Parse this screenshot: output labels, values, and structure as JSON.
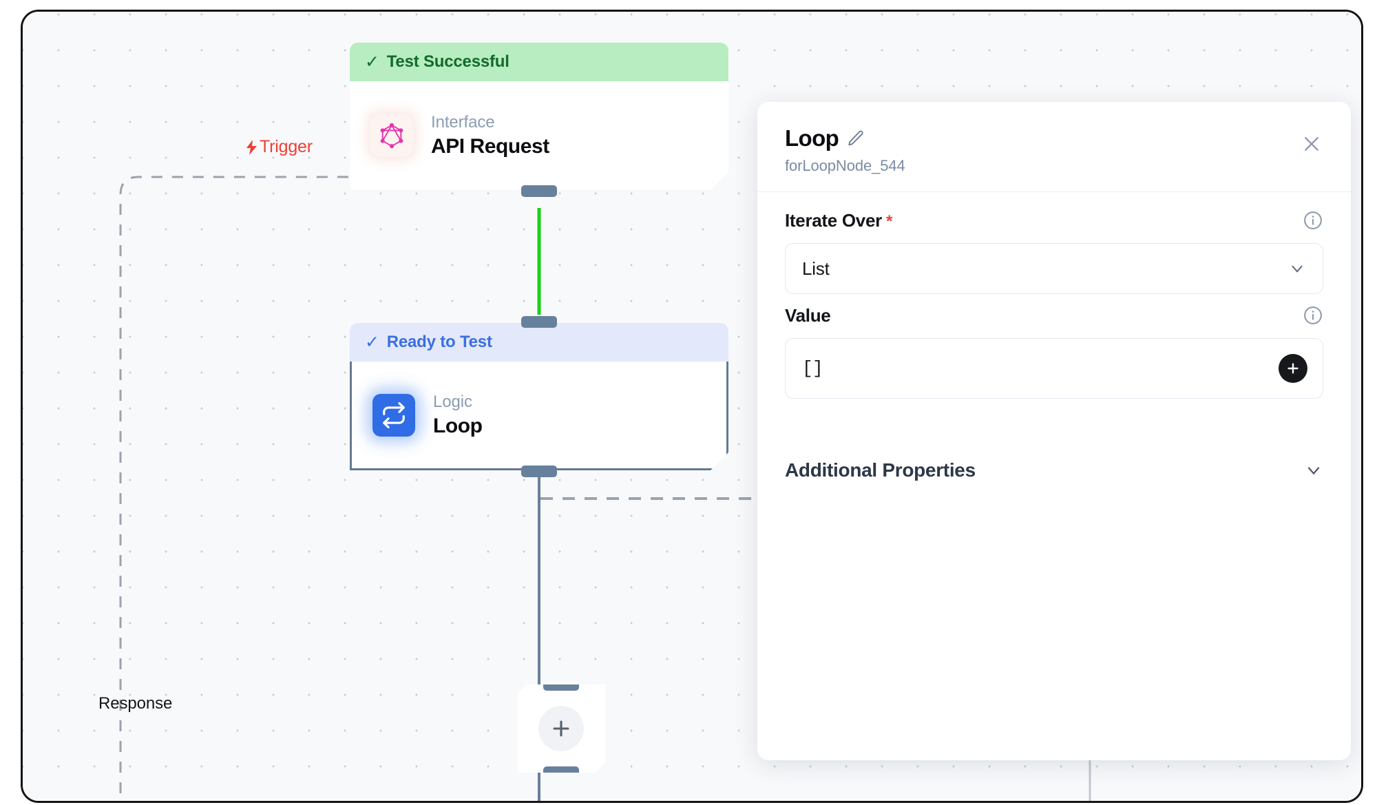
{
  "canvas": {
    "trigger_label": "Trigger",
    "trigger_icon": "lightning-bolt-icon",
    "response_label": "Response",
    "add_node_icon": "plus-icon"
  },
  "nodes": [
    {
      "status": "Test Successful",
      "status_type": "success",
      "kind": "Interface",
      "title": "API Request",
      "icon": "graphql-icon",
      "check_icon": "check-icon"
    },
    {
      "status": "Ready to Test",
      "status_type": "ready",
      "kind": "Logic",
      "title": "Loop",
      "icon": "loop-icon",
      "check_icon": "check-icon"
    }
  ],
  "panel": {
    "title": "Loop",
    "edit_icon": "pencil-icon",
    "close_icon": "close-icon",
    "subtitle": "forLoopNode_544",
    "fields": [
      {
        "label": "Iterate Over",
        "required": "*",
        "info_icon": "info-icon",
        "control": "select",
        "value": "List",
        "caret_icon": "chevron-down-icon"
      },
      {
        "label": "Value",
        "required": "",
        "info_icon": "info-icon",
        "control": "value",
        "value": "[]",
        "add_icon": "plus-icon"
      }
    ],
    "additional_properties": {
      "label": "Additional Properties",
      "caret_icon": "chevron-down-icon"
    }
  },
  "colors": {
    "success_bg": "#b7edc1",
    "success_text": "#136b2b",
    "ready_bg": "#e3e9fb",
    "ready_text": "#3b6fe0",
    "trigger_red": "#ef3e36",
    "edge_green": "#19d119",
    "handle_slate": "#67809c",
    "loop_blue": "#2f6ce5",
    "graphql_pink": "#e535ab",
    "required_red": "#e8453c"
  }
}
